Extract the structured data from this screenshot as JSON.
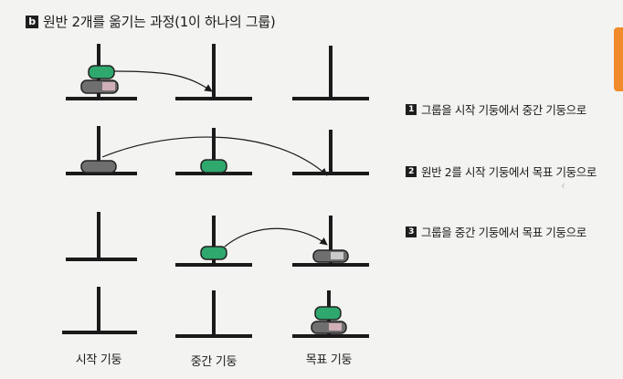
{
  "title": {
    "badge": "b",
    "text": "원반 2개를 옮기는 과정(1이 하나의 그룹)"
  },
  "steps": [
    {
      "num": "1",
      "text": "그룹을 시작 기둥에서 중간 기둥으로"
    },
    {
      "num": "2",
      "text": "원반 2를 시작 기둥에서 목표 기둥으로"
    },
    {
      "num": "3",
      "text": "그룹을 중간 기둥에서 목표 기둥으로"
    }
  ],
  "pegs": [
    {
      "label": "시작 기둥"
    },
    {
      "label": "중간 기둥"
    },
    {
      "label": "목표 기둥"
    }
  ],
  "colors": {
    "green_disk": "#2fa86e",
    "gray_disk": "#6f6f6f",
    "peg": "#1a1a1a"
  }
}
